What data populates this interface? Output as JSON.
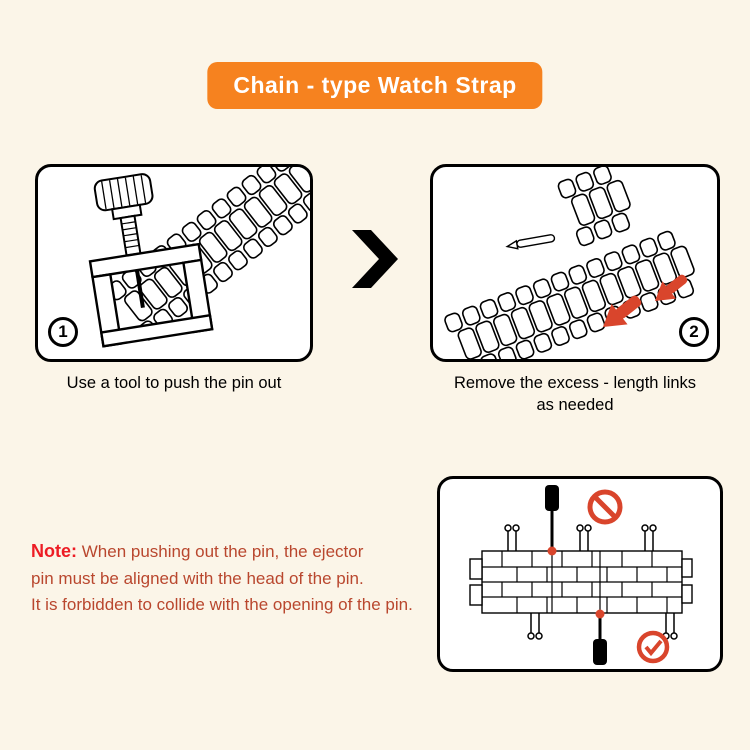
{
  "title": {
    "text": "Chain - type Watch Strap"
  },
  "colors": {
    "page_background": "#FBF5E8",
    "banner_background": "#F6821F",
    "banner_text": "#FFFFFF",
    "panel_border": "#000000",
    "accent_red": "#D9452C",
    "note_label_red": "#ED1C24",
    "note_text_red": "#B9472E"
  },
  "steps": [
    {
      "number": "1",
      "caption_lines": [
        "Use a tool to push the pin out"
      ]
    },
    {
      "number": "2",
      "caption_lines": [
        "Remove the excess - length links",
        "as needed"
      ]
    }
  ],
  "arrow": {
    "direction": "right"
  },
  "note": {
    "label": "Note:",
    "lines": [
      "When pushing out the pin, the ejector",
      "pin must be aligned with the head of the pin.",
      "It is forbidden to collide with the opening of the pin."
    ]
  },
  "diagram": {
    "icons": {
      "prohibition": "misaligned-push-forbidden",
      "check": "correct-alignment"
    }
  }
}
